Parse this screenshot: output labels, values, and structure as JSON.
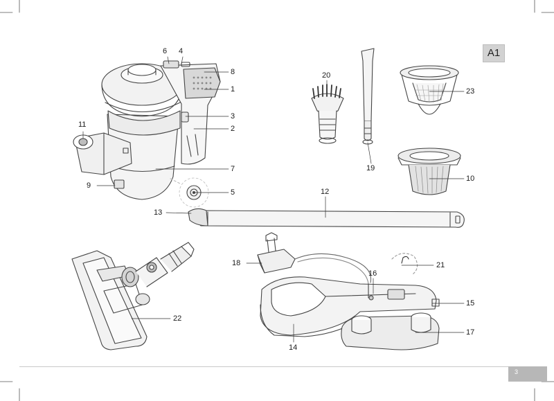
{
  "section_tag": "A1",
  "page_number": "3",
  "callouts": {
    "c1": "1",
    "c2": "2",
    "c3": "3",
    "c4": "4",
    "c5": "5",
    "c6": "6",
    "c7": "7",
    "c8": "8",
    "c9": "9",
    "c10": "10",
    "c11": "11",
    "c12": "12",
    "c13": "13",
    "c14": "14",
    "c15": "15",
    "c16": "16",
    "c17": "17",
    "c18": "18",
    "c19": "19",
    "c20": "20",
    "c21": "21",
    "c22": "22",
    "c23": "23"
  }
}
